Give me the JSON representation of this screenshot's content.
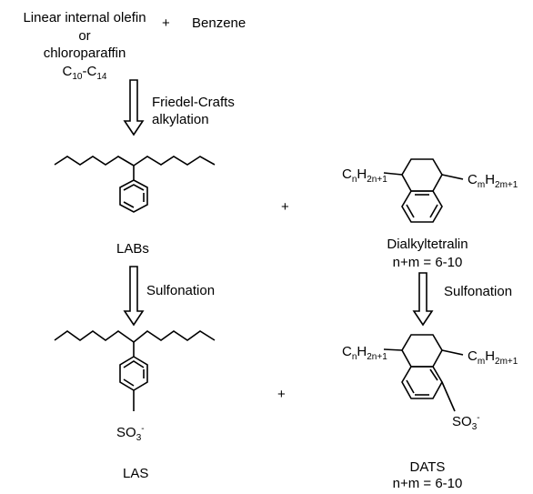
{
  "reactants": {
    "olefin_line1": "Linear internal olefin",
    "olefin_line2": "or",
    "olefin_line3": "chloroparaffin",
    "chain_c": "C",
    "chain_sub1": "10",
    "chain_dash": "-C",
    "chain_sub2": "14",
    "plus": "+",
    "benzene": "Benzene"
  },
  "step1": {
    "line1": "Friedel-Crafts",
    "line2": "alkylation"
  },
  "labs": {
    "label": "LABs"
  },
  "plus_middle": "+",
  "tetralin": {
    "left_c": "C",
    "left_n": "n",
    "left_h": "H",
    "left_sub": "2n+1",
    "right_c": "C",
    "right_m": "m",
    "right_h": "H",
    "right_sub": "2m+1",
    "label": "Dialkyltetralin",
    "range": "n+m = 6-10"
  },
  "sulfonation_left": "Sulfonation",
  "sulfonation_right": "Sulfonation",
  "las": {
    "so3": "SO",
    "so3_sub": "3",
    "so3_sup": "-",
    "label": "LAS"
  },
  "plus_bottom": "+",
  "dats": {
    "left_c": "C",
    "left_n": "n",
    "left_h": "H",
    "left_sub": "2n+1",
    "right_c": "C",
    "right_m": "m",
    "right_h": "H",
    "right_sub": "2m+1",
    "so3": "SO",
    "so3_sub": "3",
    "so3_sup": "-",
    "label": "DATS",
    "range": "n+m = 6-10"
  }
}
